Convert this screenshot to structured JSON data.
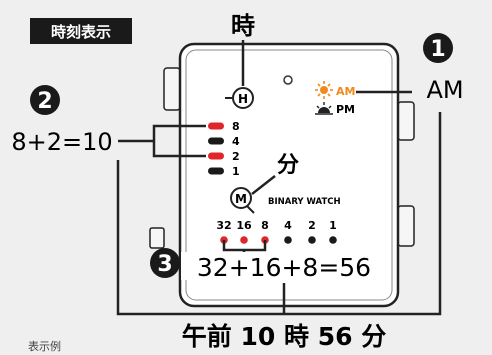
{
  "title_badge": "時刻表示",
  "hour_label": "時",
  "minute_label": "分",
  "markers": {
    "one": "1",
    "two": "2",
    "three": "3"
  },
  "hour_button": "H",
  "minute_button": "M",
  "ampm": {
    "am": "AM",
    "pm": "PM",
    "big_am": "AM"
  },
  "hour_bits": [
    {
      "label": "8",
      "on": true
    },
    {
      "label": "4",
      "on": false
    },
    {
      "label": "2",
      "on": true
    },
    {
      "label": "1",
      "on": false
    }
  ],
  "binary_watch_label": "BINARY WATCH",
  "minute_bits": [
    {
      "label": "32",
      "on": true
    },
    {
      "label": "16",
      "on": true
    },
    {
      "label": "8",
      "on": true
    },
    {
      "label": "4",
      "on": false
    },
    {
      "label": "2",
      "on": false
    },
    {
      "label": "1",
      "on": false
    }
  ],
  "hour_equation": "8+2=10",
  "minute_equation": "32+16+8=56",
  "result": "午前 10 時 56 分",
  "caption": "表示例",
  "colors": {
    "led_on": "#e0262a",
    "led_off": "#1a1a1a",
    "sun": "#f08a1c",
    "badge_bg": "#1a1a1a"
  }
}
